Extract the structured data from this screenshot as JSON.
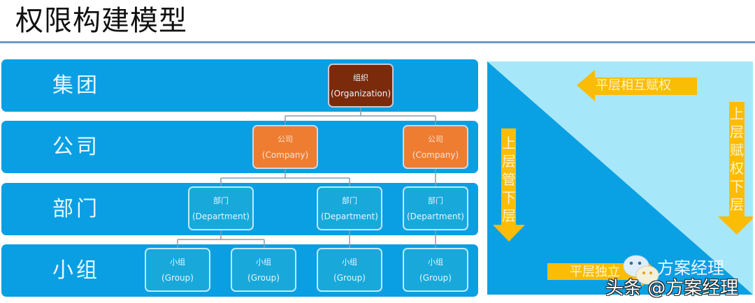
{
  "title": "权限构建模型",
  "levels": [
    {
      "label": "集团"
    },
    {
      "label": "公司"
    },
    {
      "label": "部门"
    },
    {
      "label": "小组"
    }
  ],
  "nodes": {
    "organization": {
      "cn": "组织",
      "en": "(Organization)"
    },
    "companies": [
      {
        "cn": "公司",
        "en": "(Company)"
      },
      {
        "cn": "公司",
        "en": "(Company)"
      }
    ],
    "departments": [
      {
        "cn": "部门",
        "en": "(Department)"
      },
      {
        "cn": "部门",
        "en": "(Department)"
      },
      {
        "cn": "部门",
        "en": "(Department)"
      }
    ],
    "groups": [
      {
        "cn": "小组",
        "en": "(Group)"
      },
      {
        "cn": "小组",
        "en": "(Group)"
      },
      {
        "cn": "小组",
        "en": "(Group)"
      },
      {
        "cn": "小组",
        "en": "(Group)"
      }
    ]
  },
  "edges": [
    [
      "organization",
      "company-1"
    ],
    [
      "organization",
      "company-2"
    ],
    [
      "company-1",
      "department-1"
    ],
    [
      "company-1",
      "department-2"
    ],
    [
      "company-2",
      "department-3"
    ],
    [
      "department-1",
      "group-1"
    ],
    [
      "department-1",
      "group-2"
    ],
    [
      "department-2",
      "group-3"
    ],
    [
      "department-3",
      "group-4"
    ]
  ],
  "panel": {
    "arrow_top": "平层相互赋权",
    "arrow_left": [
      "上",
      "层",
      "管",
      "下",
      "层"
    ],
    "arrow_right": [
      "上",
      "层",
      "赋",
      "权",
      "下",
      "层"
    ],
    "arrow_bottom": "平层独立"
  },
  "watermark": {
    "line1": "方案经理",
    "line2": "头条 @方案经理"
  },
  "colors": {
    "band": "#0a9fe3",
    "organization": "#7b2a0c",
    "company": "#ee7d32",
    "department": "#18a9da",
    "arrow": "#fbbc05",
    "panel_light": "#a6e8fa",
    "panel_dark": "#0aa0e4"
  }
}
